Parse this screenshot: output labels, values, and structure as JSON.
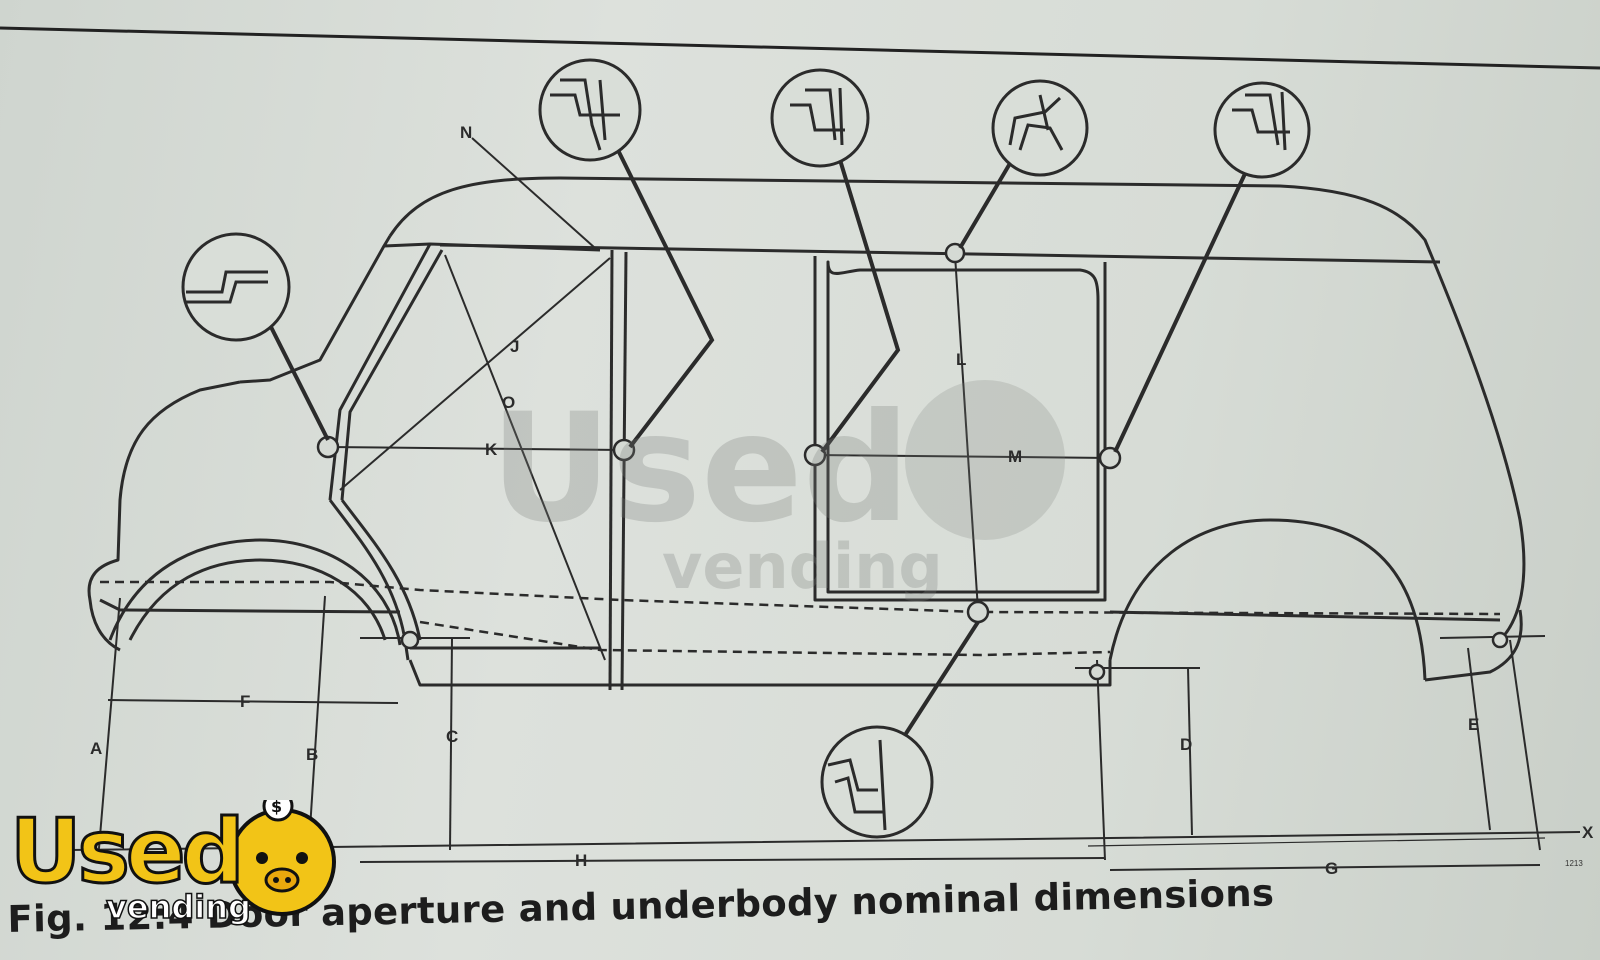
{
  "labels": {
    "A": "A",
    "B": "B",
    "C": "C",
    "D": "D",
    "E": "E",
    "F": "F",
    "G": "G",
    "H": "H",
    "J": "J",
    "K": "K",
    "L": "L",
    "M": "M",
    "N": "N",
    "O": "O",
    "X": "X"
  },
  "corner_code": "1213",
  "caption": "Fig. 12:4 Door aperture and underbody nominal dimensions",
  "watermark": {
    "line1": "Used",
    "line2": "vending"
  },
  "logo": {
    "line1": "Used",
    "line2": "vending",
    "color": "#f2c417"
  },
  "colors": {
    "ink": "#2b2b2b",
    "paper": "#d7dcd6"
  }
}
